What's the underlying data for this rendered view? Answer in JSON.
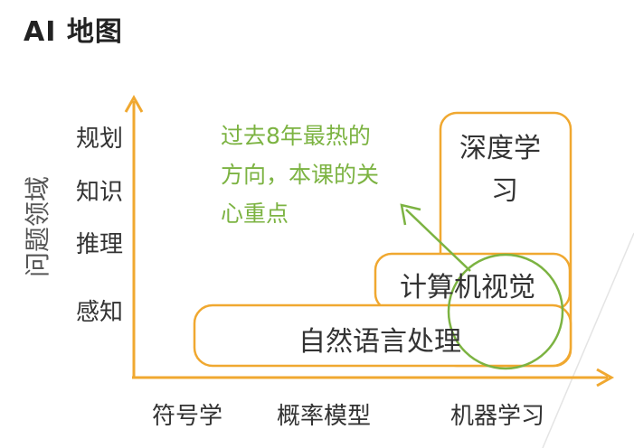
{
  "title": "AI 地图",
  "colors": {
    "box": "#f0a830",
    "axis": "#f0a830",
    "highlight": "#7cb342",
    "text": "#333333"
  },
  "axes": {
    "y_title": "问题领域",
    "y_ticks": [
      "规划",
      "知识",
      "推理",
      "感知"
    ],
    "x_ticks": [
      "符号学",
      "概率模型",
      "机器学习"
    ]
  },
  "regions": {
    "deep_learning": {
      "line1": "深度学",
      "line2": "习"
    },
    "computer_vision": "计算机视觉",
    "nlp": "自然语言处理"
  },
  "annotation": {
    "line1": "过去8年最热的",
    "line2": "方向，本课的关",
    "line3": "心重点"
  }
}
